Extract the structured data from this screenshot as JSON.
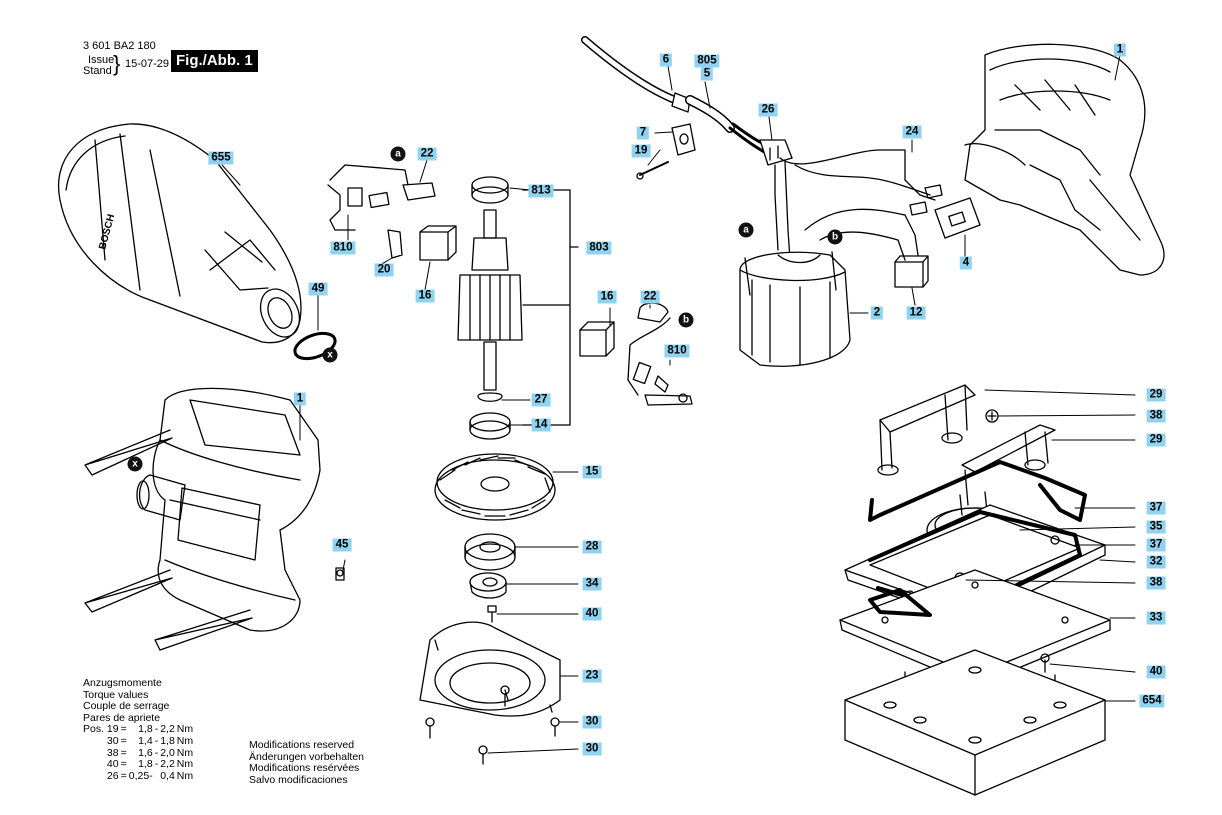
{
  "header": {
    "part_number": "3 601 BA2 180",
    "issue_label": "Issue",
    "stand_label": "Stand",
    "issue_date": "15-07-29",
    "fig_label": "Fig./Abb. 1"
  },
  "labels": {
    "p1a": "1",
    "p1b": "1",
    "p2": "2",
    "p4": "4",
    "p5": "5",
    "p6": "6",
    "p7": "7",
    "p12": "12",
    "p14": "14",
    "p15": "15",
    "p16a": "16",
    "p16b": "16",
    "p19": "19",
    "p20": "20",
    "p22a": "22",
    "p22b": "22",
    "p23": "23",
    "p24": "24",
    "p26": "26",
    "p27": "27",
    "p28": "28",
    "p29a": "29",
    "p29b": "29",
    "p30a": "30",
    "p30b": "30",
    "p32": "32",
    "p33": "33",
    "p34": "34",
    "p35": "35",
    "p37a": "37",
    "p37b": "37",
    "p38a": "38",
    "p38b": "38",
    "p40a": "40",
    "p40b": "40",
    "p45": "45",
    "p49": "49",
    "p654": "654",
    "p655": "655",
    "p803": "803",
    "p805": "805",
    "p810a": "810",
    "p810b": "810",
    "p813": "813"
  },
  "markers": {
    "a1": "a",
    "a2": "a",
    "b1": "b",
    "b2": "b",
    "x1": "x",
    "x2": "x"
  },
  "brand_text": "BOSCH",
  "torque": {
    "title_lines": [
      "Anzugsmomente",
      "Torque values",
      "Couple de serrage",
      "Pares de apriete"
    ],
    "rows": [
      {
        "pos": "Pos. 19",
        "eq": "=",
        "min": "1,8",
        "dash": "-",
        "max": "2,2",
        "unit": "Nm"
      },
      {
        "pos": "30",
        "eq": "=",
        "min": "1,4",
        "dash": "-",
        "max": "1,8",
        "unit": "Nm"
      },
      {
        "pos": "38",
        "eq": "=",
        "min": "1,6",
        "dash": "-",
        "max": "2,0",
        "unit": "Nm"
      },
      {
        "pos": "40",
        "eq": "=",
        "min": "1,8",
        "dash": "-",
        "max": "2,2",
        "unit": "Nm"
      },
      {
        "pos": "26",
        "eq": "=",
        "min": "0,25-",
        "dash": "",
        "max": "0,4",
        "unit": "Nm"
      }
    ]
  },
  "modifications": [
    "Modifications reserved",
    "Änderungen vorbehalten",
    "Modifications resérvées",
    "Salvo modificaciones"
  ]
}
